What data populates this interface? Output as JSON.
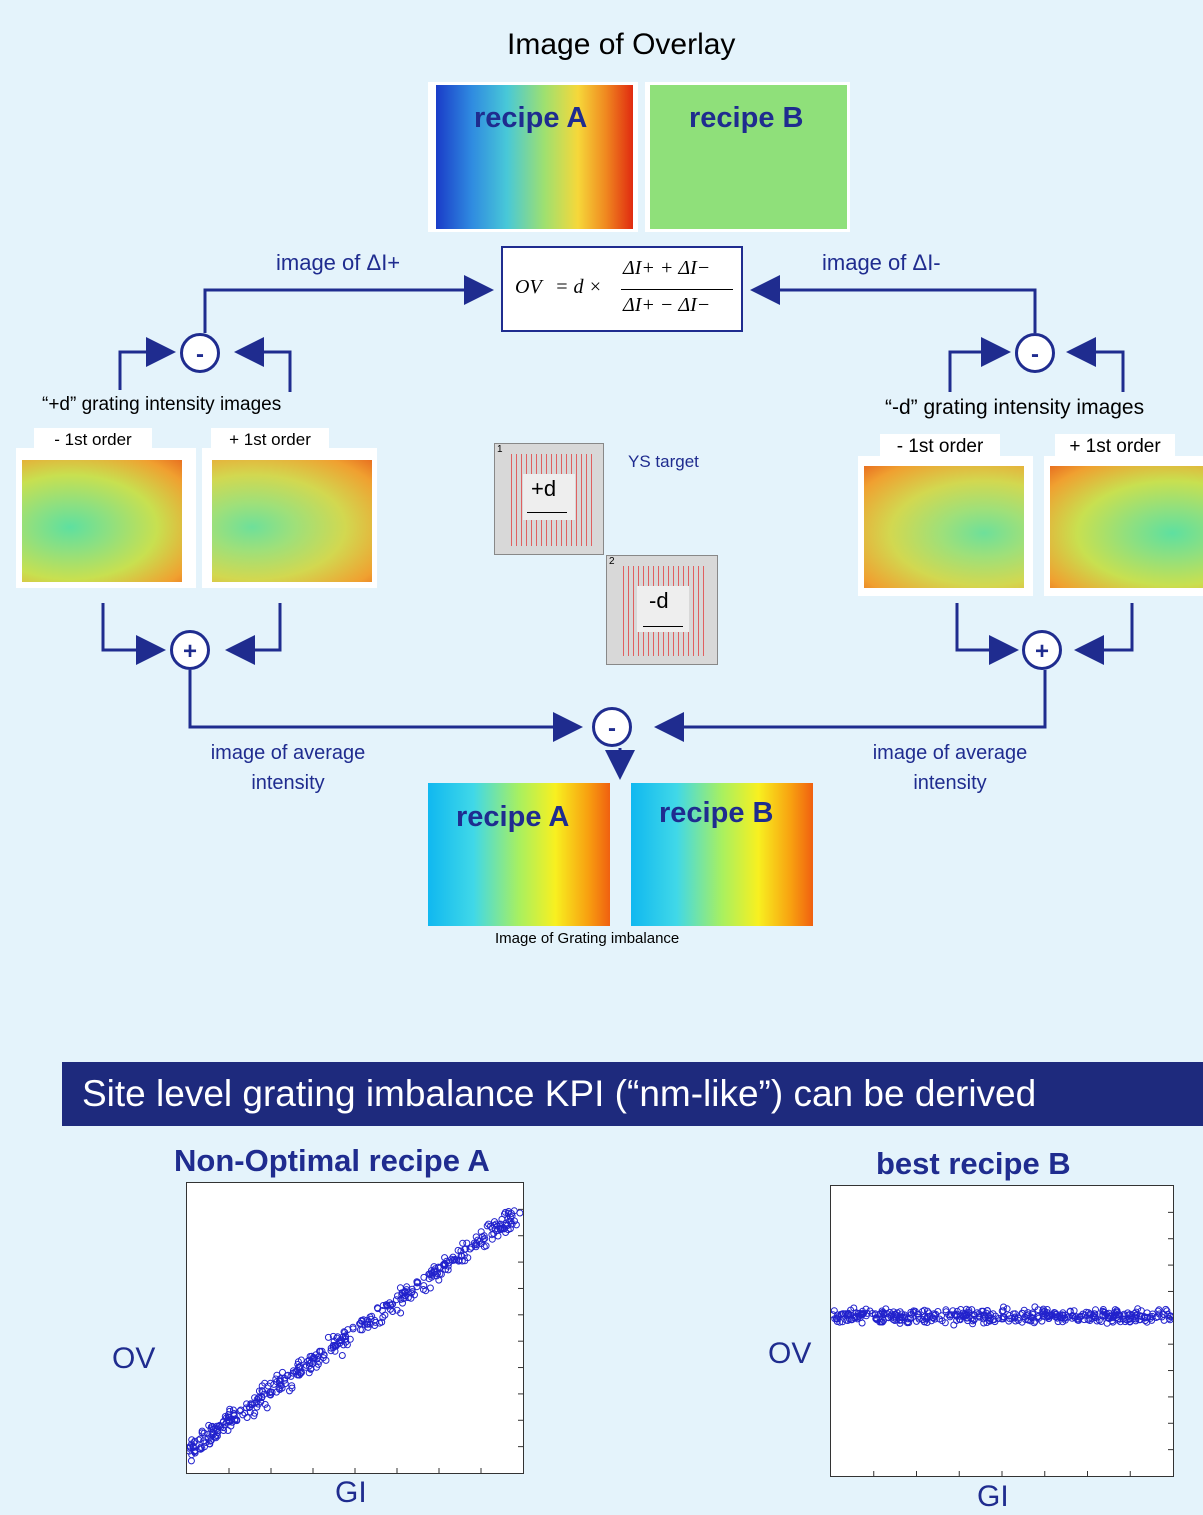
{
  "title": "Image of Overlay",
  "overlay_images": [
    {
      "label": "recipe A",
      "style": "gradient-jet"
    },
    {
      "label": "recipe B",
      "style": "flat-green"
    }
  ],
  "formula": {
    "lhs": "OV",
    "mid": "= d ×",
    "numerator": "ΔI+ + ΔI−",
    "denominator": "ΔI+ − ΔI−"
  },
  "delta_labels": {
    "plus": "image of ΔI+",
    "minus": "image of ΔI-"
  },
  "operators": {
    "subtract": "-",
    "add": "+"
  },
  "left_group": {
    "caption": "“+d” grating intensity images",
    "tabs": [
      "- 1st order",
      "+ 1st order"
    ]
  },
  "right_group": {
    "caption": "“-d” grating intensity images",
    "tabs": [
      "- 1st order",
      "+ 1st order"
    ]
  },
  "target": {
    "caption": "YS target",
    "plus_label": "+d",
    "minus_label": "-d",
    "plus_index": "1",
    "minus_index": "2"
  },
  "average_labels": {
    "left": "image of average intensity",
    "right": "image of average intensity"
  },
  "imbalance_images": [
    {
      "label": "recipe A"
    },
    {
      "label": "recipe B"
    }
  ],
  "imbalance_caption": "Image of Grating imbalance",
  "banner": "Site level grating imbalance KPI (“nm-like”) can be derived",
  "plots": [
    {
      "title": "Non-Optimal recipe A",
      "ylabel": "OV",
      "xlabel": "GI"
    },
    {
      "title": "best recipe B",
      "ylabel": "OV",
      "xlabel": "GI"
    }
  ],
  "colors": {
    "navy": "#1f2c8f",
    "banner": "#1e2a7d",
    "background": "#e4f3fb",
    "marker": "#2222cc"
  },
  "chart_data": [
    {
      "type": "scatter",
      "title": "Non-Optimal recipe A",
      "xlabel": "GI",
      "ylabel": "OV",
      "trend": {
        "slope": 1.0,
        "intercept": 0.0,
        "noise": 0.06
      },
      "grid": false
    },
    {
      "type": "scatter",
      "title": "best recipe B",
      "xlabel": "GI",
      "ylabel": "OV",
      "trend": {
        "slope": 0.0,
        "intercept": 0.55,
        "noise": 0.04
      },
      "grid": false
    }
  ]
}
